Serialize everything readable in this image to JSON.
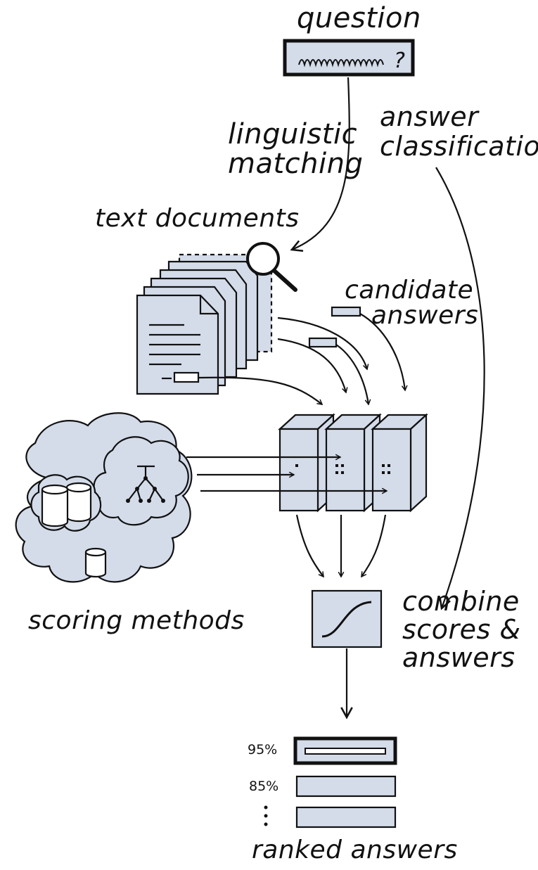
{
  "colors": {
    "ink": "#111111",
    "fill": "#d4dcea"
  },
  "question": {
    "label": "question",
    "box_text": "eeeeee?"
  },
  "labels": {
    "linguistic_matching": [
      "linguistic",
      "matching"
    ],
    "answer_classification": [
      "answer",
      "classification"
    ],
    "text_documents": "text documents",
    "candidate_answers": [
      "candidate",
      "answers"
    ],
    "scoring_methods": "scoring methods",
    "combine": [
      "combine",
      "scores &",
      "answers"
    ],
    "ranked_answers": "ranked answers"
  },
  "ranked": [
    {
      "percent": "95%",
      "highlighted": true
    },
    {
      "percent": "85%",
      "highlighted": false
    },
    {
      "percent": "",
      "highlighted": false
    }
  ],
  "icons": {
    "search": "magnifier-icon",
    "documents": "document-stack-icon",
    "databases": "database-icon",
    "tree": "hierarchy-tree-icon",
    "scorers": "server-block-icon",
    "combiner": "sigmoid-curve-icon"
  }
}
